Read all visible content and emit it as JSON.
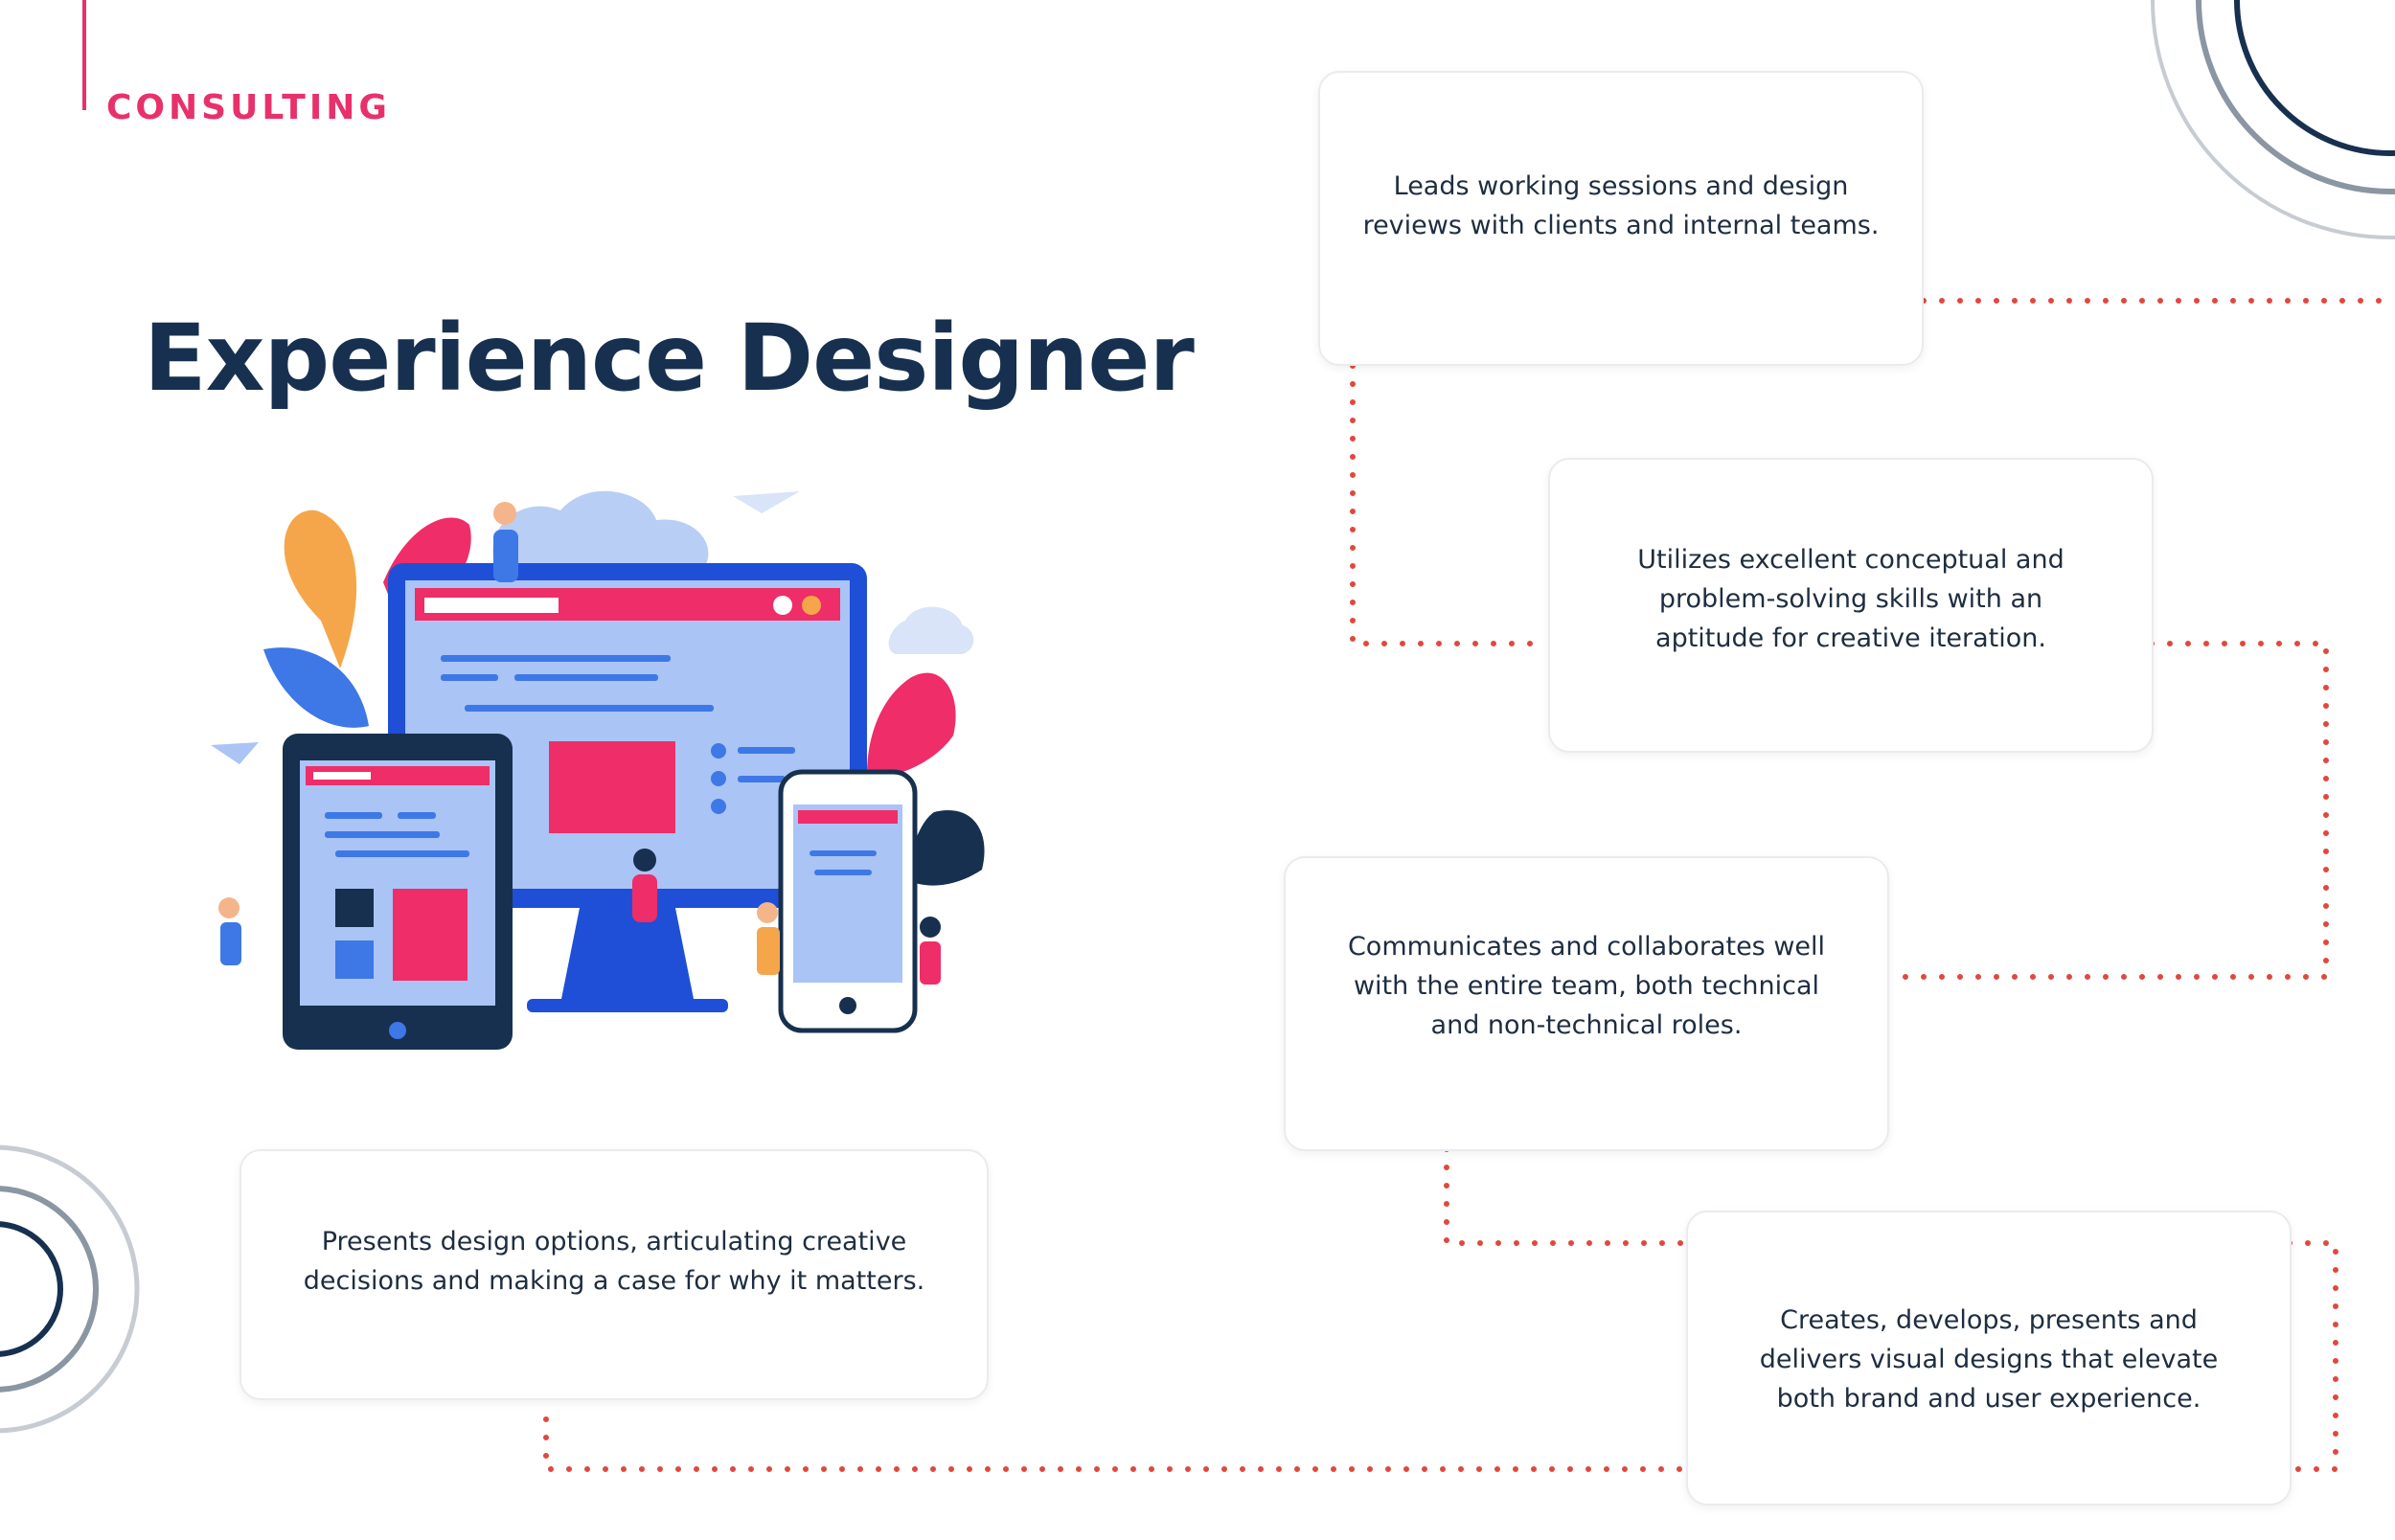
{
  "header": {
    "category": "CONSULTING"
  },
  "page": {
    "title": "Experience Designer"
  },
  "cards": [
    {
      "text": "Leads working sessions and design reviews with clients and internal teams."
    },
    {
      "text": "Utilizes excellent conceptual and problem-solving skills with an aptitude for creative iteration."
    },
    {
      "text": "Communicates and collaborates well with the entire team, both technical and non-technical roles."
    },
    {
      "text": "Creates, develops, presents and delivers visual designs that elevate both brand and user experience."
    },
    {
      "text": "Presents design options, articulating creative decisions and making a case for why it matters."
    }
  ],
  "colors": {
    "accent": "#e8316b",
    "navy": "#17304f",
    "connector": "#e0483e",
    "ring_gray": "#c7ccd2"
  },
  "illustration": {
    "icon": "web-design-devices-illustration"
  }
}
